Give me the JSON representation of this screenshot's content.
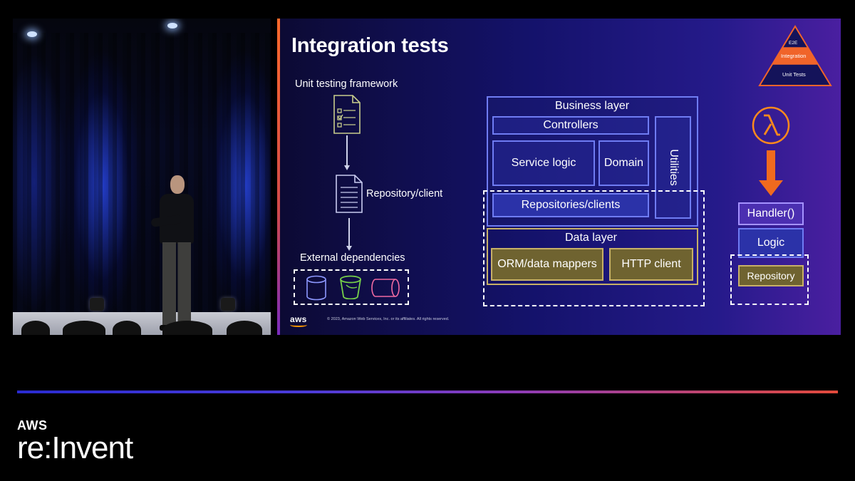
{
  "slide": {
    "title": "Integration tests",
    "left_flow": {
      "unit_framework_label": "Unit testing framework",
      "repository_label": "Repository/client",
      "external_label": "External dependencies"
    },
    "layers": {
      "business_layer": "Business layer",
      "controllers": "Controllers",
      "service_logic": "Service logic",
      "domain": "Domain",
      "utilities": "Utilities",
      "repositories_clients": "Repositories/clients",
      "data_layer": "Data layer",
      "orm": "ORM/data mappers",
      "http_client": "HTTP client"
    },
    "pyramid": {
      "top": "E2E",
      "middle": "Integration",
      "bottom": "Unit Tests"
    },
    "lambda": {
      "icon": "lambda-icon",
      "handler": "Handler()",
      "logic": "Logic",
      "repository": "Repository"
    },
    "footer": {
      "logo": "aws",
      "copyright": "© 2023, Amazon Web Services, Inc. or its affiliates. All rights reserved."
    }
  },
  "branding": {
    "aws": "AWS",
    "reinvent": "re:Invent"
  },
  "colors": {
    "accent_orange": "#ff9900",
    "blue_box": "#6f7cf3",
    "gold_box": "#c7b067"
  }
}
